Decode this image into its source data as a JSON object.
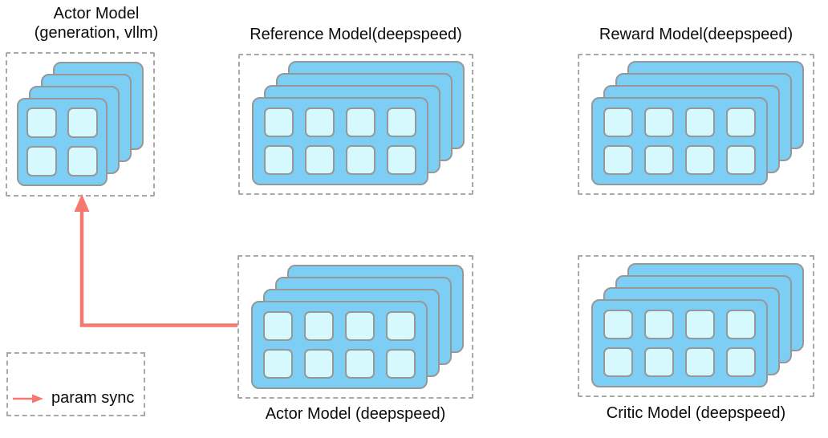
{
  "colors": {
    "background": "#ffffff",
    "card_fill": "#7ccef5",
    "card_border": "#979797",
    "cell_fill": "#d6f9fd",
    "cell_border": "#979797",
    "box_border": "#a9a9a9",
    "arrow": "#f6796f",
    "text": "#0b0b0b"
  },
  "nodes": {
    "actor_vllm": {
      "title": "Actor Model\n(generation, vllm)",
      "layers": 4,
      "grid": {
        "cols": 2,
        "rows": 2
      }
    },
    "reference": {
      "title": "Reference Model(deepspeed)",
      "layers": 4,
      "grid": {
        "cols": 4,
        "rows": 2
      }
    },
    "reward": {
      "title": "Reward Model(deepspeed)",
      "layers": 4,
      "grid": {
        "cols": 4,
        "rows": 2
      }
    },
    "actor_deepspeed": {
      "title": "Actor Model (deepspeed)",
      "layers": 4,
      "grid": {
        "cols": 4,
        "rows": 2
      }
    },
    "critic": {
      "title": "Critic Model (deepspeed)",
      "layers": 4,
      "grid": {
        "cols": 4,
        "rows": 2
      }
    }
  },
  "connections": [
    {
      "from": "actor_deepspeed",
      "to": "actor_vllm",
      "type": "param sync"
    }
  ],
  "legend": {
    "label": "param sync"
  }
}
